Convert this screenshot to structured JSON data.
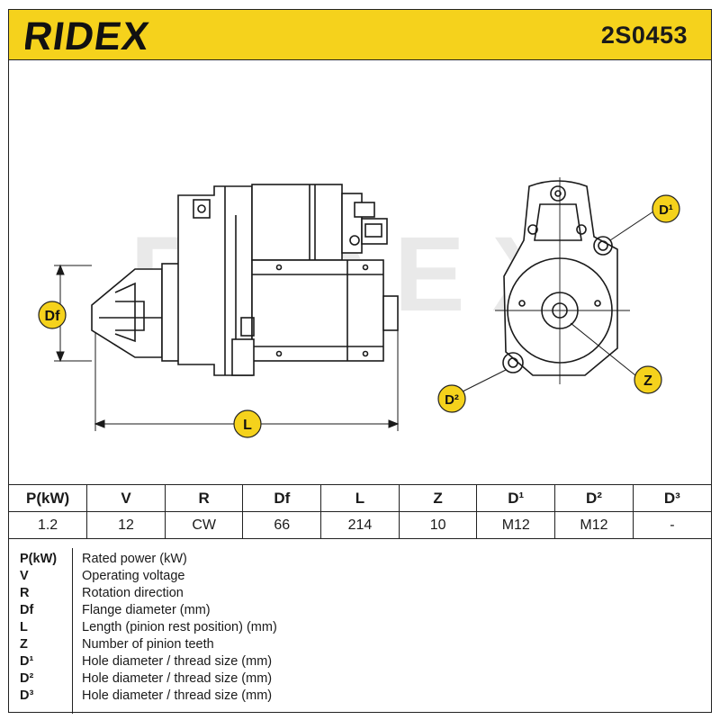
{
  "header": {
    "brand": "RIDEX",
    "part_number": "2S0453",
    "background_color": "#f5d21c"
  },
  "drawing": {
    "watermark": "RIDEX",
    "callouts": {
      "df": "Df",
      "l": "L",
      "d1": "D¹",
      "d2": "D²",
      "z": "Z"
    },
    "callout_color": "#f5d21c"
  },
  "specs": {
    "headers": [
      "P(kW)",
      "V",
      "R",
      "Df",
      "L",
      "Z",
      "D¹",
      "D²",
      "D³"
    ],
    "values": [
      "1.2",
      "12",
      "CW",
      "66",
      "214",
      "10",
      "M12",
      "M12",
      "-"
    ]
  },
  "legend": [
    {
      "key": "P(kW)",
      "desc": "Rated power (kW)"
    },
    {
      "key": "V",
      "desc": "Operating voltage"
    },
    {
      "key": "R",
      "desc": "Rotation direction"
    },
    {
      "key": "Df",
      "desc": "Flange diameter (mm)"
    },
    {
      "key": "L",
      "desc": "Length (pinion rest position) (mm)"
    },
    {
      "key": "Z",
      "desc": "Number of pinion teeth"
    },
    {
      "key": "D¹",
      "desc": "Hole diameter / thread size (mm)"
    },
    {
      "key": "D²",
      "desc": "Hole diameter / thread size (mm)"
    },
    {
      "key": "D³",
      "desc": "Hole diameter / thread size (mm)"
    }
  ]
}
